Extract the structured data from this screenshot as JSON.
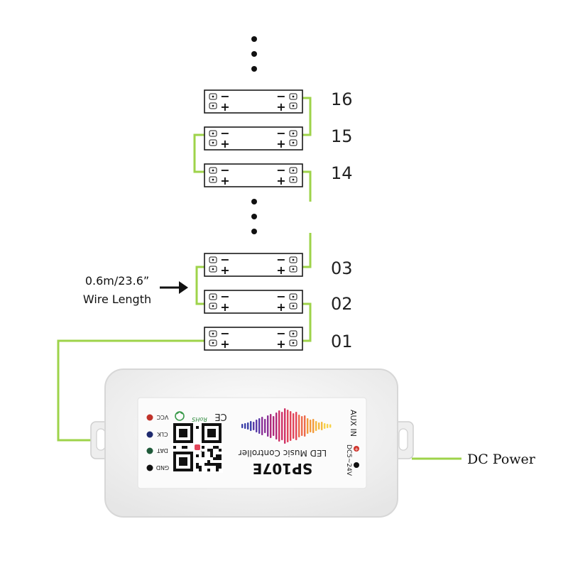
{
  "colors": {
    "wire": "#9ed34a",
    "outline": "#1a1a1a",
    "housing": "#f3f3f3",
    "label_bg": "#fbfbfb"
  },
  "modules": [
    {
      "id": "16",
      "label": "16"
    },
    {
      "id": "15",
      "label": "15"
    },
    {
      "id": "14",
      "label": "14"
    },
    {
      "id": "03",
      "label": "03"
    },
    {
      "id": "02",
      "label": "02"
    },
    {
      "id": "01",
      "label": "01"
    }
  ],
  "module_signs": {
    "minus": "−",
    "plus": "+"
  },
  "wire_note": {
    "line1": "0.6m/23.6”",
    "line2": "Wire Length"
  },
  "power_label": "DC Power",
  "controller": {
    "model": "SP107E",
    "title": "LED Music Controller",
    "voltage": "DC5~24V",
    "aux": "AUX IN",
    "pins": [
      "VCC",
      "CLK",
      "DAT",
      "GND"
    ],
    "pin_colors": [
      "#c0322a",
      "#1e2a6e",
      "#1f5a3a",
      "#111111"
    ],
    "marks": [
      "CE",
      "RoHS"
    ]
  },
  "icons": [
    "ellipsis-dots-icon",
    "arrow-right-icon",
    "qr-code-icon",
    "soundwave-icon",
    "recycle-icon"
  ]
}
